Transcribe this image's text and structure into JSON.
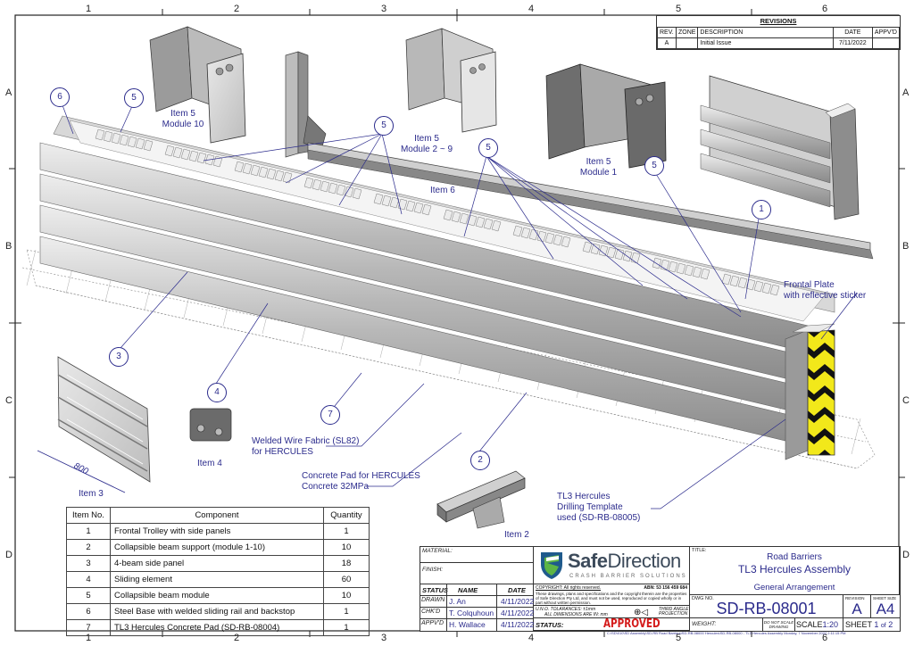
{
  "drawing": {
    "zones_columns": [
      "1",
      "2",
      "3",
      "4",
      "5",
      "6"
    ],
    "zones_rows": [
      "A",
      "B",
      "C",
      "D"
    ]
  },
  "revisions": {
    "title": "REVISIONS",
    "columns": [
      "REV.",
      "ZONE",
      "DESCRIPTION",
      "DATE",
      "APPV'D"
    ],
    "rows": [
      {
        "rev": "A",
        "zone": "",
        "description": "Initial Issue",
        "date": "7/11/2022",
        "appvd": ""
      }
    ]
  },
  "callouts": {
    "item5_module10": [
      "Item 5",
      "Module 10"
    ],
    "item5_module2_9": [
      "Item 5",
      "Module 2 ~ 9"
    ],
    "item5_module1": [
      "Item 5",
      "Module 1"
    ],
    "item6": "Item 6",
    "item3": "Item 3",
    "item4": "Item 4",
    "item2": "Item 2",
    "dimension_800": "800",
    "frontal_plate": [
      "Frontal Plate",
      "with reflective sticker"
    ],
    "welded_wire": [
      "Welded Wire Fabric (SL82)",
      "for HERCULES"
    ],
    "concrete_pad": [
      "Concrete Pad for HERCULES",
      "Concrete 32MPa"
    ],
    "drilling_template": [
      "TL3 Hercules",
      "Drilling Template",
      "used (SD-RB-08005)"
    ]
  },
  "balloons": {
    "b6": "6",
    "b5a": "5",
    "b5b": "5",
    "b5c": "5",
    "b5d": "5",
    "b1": "1",
    "b3": "3",
    "b4": "4",
    "b7": "7",
    "b2": "2"
  },
  "bom": {
    "columns": [
      "Item No.",
      "Component",
      "Quantity"
    ],
    "rows": [
      {
        "item": "1",
        "component": "Frontal Trolley with side panels",
        "qty": "1"
      },
      {
        "item": "2",
        "component": "Collapsible beam support (module 1-10)",
        "qty": "10"
      },
      {
        "item": "3",
        "component": "4-beam side panel",
        "qty": "18"
      },
      {
        "item": "4",
        "component": "Sliding element",
        "qty": "60"
      },
      {
        "item": "5",
        "component": "Collapsible beam module",
        "qty": "10"
      },
      {
        "item": "6",
        "component": "Steel Base with welded sliding rail and backstop",
        "qty": "1"
      },
      {
        "item": "7",
        "component": "TL3 Hercules Concrete Pad (SD-RB-08004)",
        "qty": "1"
      }
    ]
  },
  "title_block": {
    "material_label": "MATERIAL:",
    "finish_label": "FINISH:",
    "status_header": "STATUS",
    "name_header": "NAME",
    "date_header": "DATE",
    "signoffs": [
      {
        "role": "DRAWN",
        "name": "J. An",
        "date": "4/11/2022"
      },
      {
        "role": "CHK'D",
        "name": "T. Colquhoun",
        "date": "4/11/2022"
      },
      {
        "role": "APPV'D",
        "name": "H. Wallace",
        "date": "4/11/2022"
      }
    ],
    "company": {
      "name_bold": "Safe",
      "name_light": "Direction",
      "tagline": "CRASH BARRIER SOLUTIONS",
      "copyright_label": "COPYRIGHT: All rights reserved.",
      "abn": "ABN: 53 156 459 684",
      "copyright_text": "These drawings, plans and specifications and the copyright therein are the properties of Safe Direction Pty Ltd, and must not be used, reproduced or copied wholly or in part without written permission.",
      "tolerance": "U.N.O. TOLARANCES: ±1mm",
      "dimensions": "ALL DIMENSIONS ARE IN: mm",
      "projection": "THIRD ANGLE PROJECTION",
      "status_label": "STATUS:",
      "status_value": "APPROVED"
    },
    "title_label": "TITLE:",
    "title_line1": "Road Barriers",
    "title_line2": "TL3 Hercules Assembly",
    "title_line3": "General Arrangement",
    "dwg_no_label": "DWG NO.",
    "dwg_no": "SD-RB-08001",
    "revision_label": "REVISION",
    "revision": "A",
    "sheet_size_label": "SHEET SIZE",
    "sheet_size": "A4",
    "weight_label": "WEIGHT:",
    "do_not_scale": "DO NOT SCALE DRAWING",
    "scale_label": "SCALE",
    "scale": "1:20",
    "sheet_label": "SHEET",
    "sheet_num": "1",
    "sheet_of": "of",
    "sheet_total": "2",
    "file_path": "C:\\SD\\010\\SD Assembly\\SD-RB Road Barriers\\SD-RB-08000 Hercules\\SD-RB-08000 - TL3 Hercules Assembly   Monday, 7 November 2022 2:11:15 PM"
  },
  "colors": {
    "annotation_blue": "#2b2b8c",
    "approved_red": "#d41a1a",
    "sticker_yellow": "#f2e81a",
    "logo_blue": "#1f5a8c",
    "logo_green": "#5db544"
  }
}
